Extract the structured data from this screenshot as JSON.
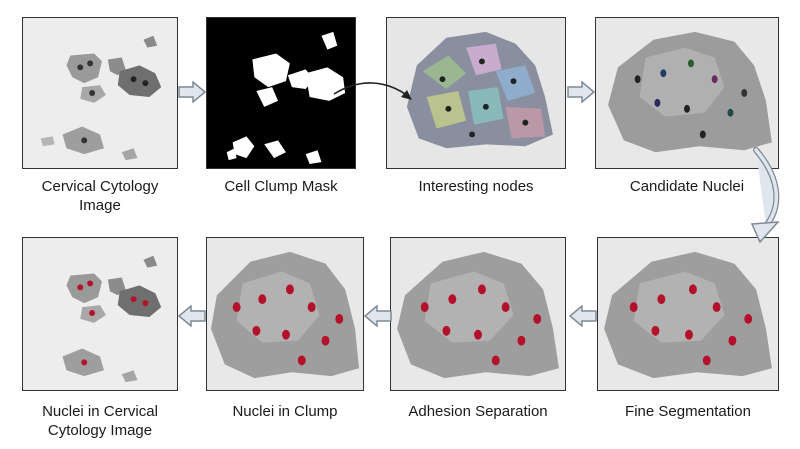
{
  "steps": [
    {
      "id": "step-1",
      "caption": "Cervical Cytology\nImage"
    },
    {
      "id": "step-2",
      "caption": "Cell Clump Mask"
    },
    {
      "id": "step-3",
      "caption": "Interesting nodes"
    },
    {
      "id": "step-4",
      "caption": "Candidate Nuclei"
    },
    {
      "id": "step-5",
      "caption": "Fine Segmentation"
    },
    {
      "id": "step-6",
      "caption": "Adhesion Separation"
    },
    {
      "id": "step-7",
      "caption": "Nuclei in Clump"
    },
    {
      "id": "step-8",
      "caption": "Nuclei in Cervical\nCytology Image"
    }
  ],
  "colors": {
    "arrow_fill": "#dfe6ee",
    "arrow_stroke": "#7f8a96",
    "mask_bg": "#000000",
    "mask_fg": "#ffffff",
    "nucleus_red": "#b3122a",
    "nucleus_dark": "#2a2a2a"
  }
}
